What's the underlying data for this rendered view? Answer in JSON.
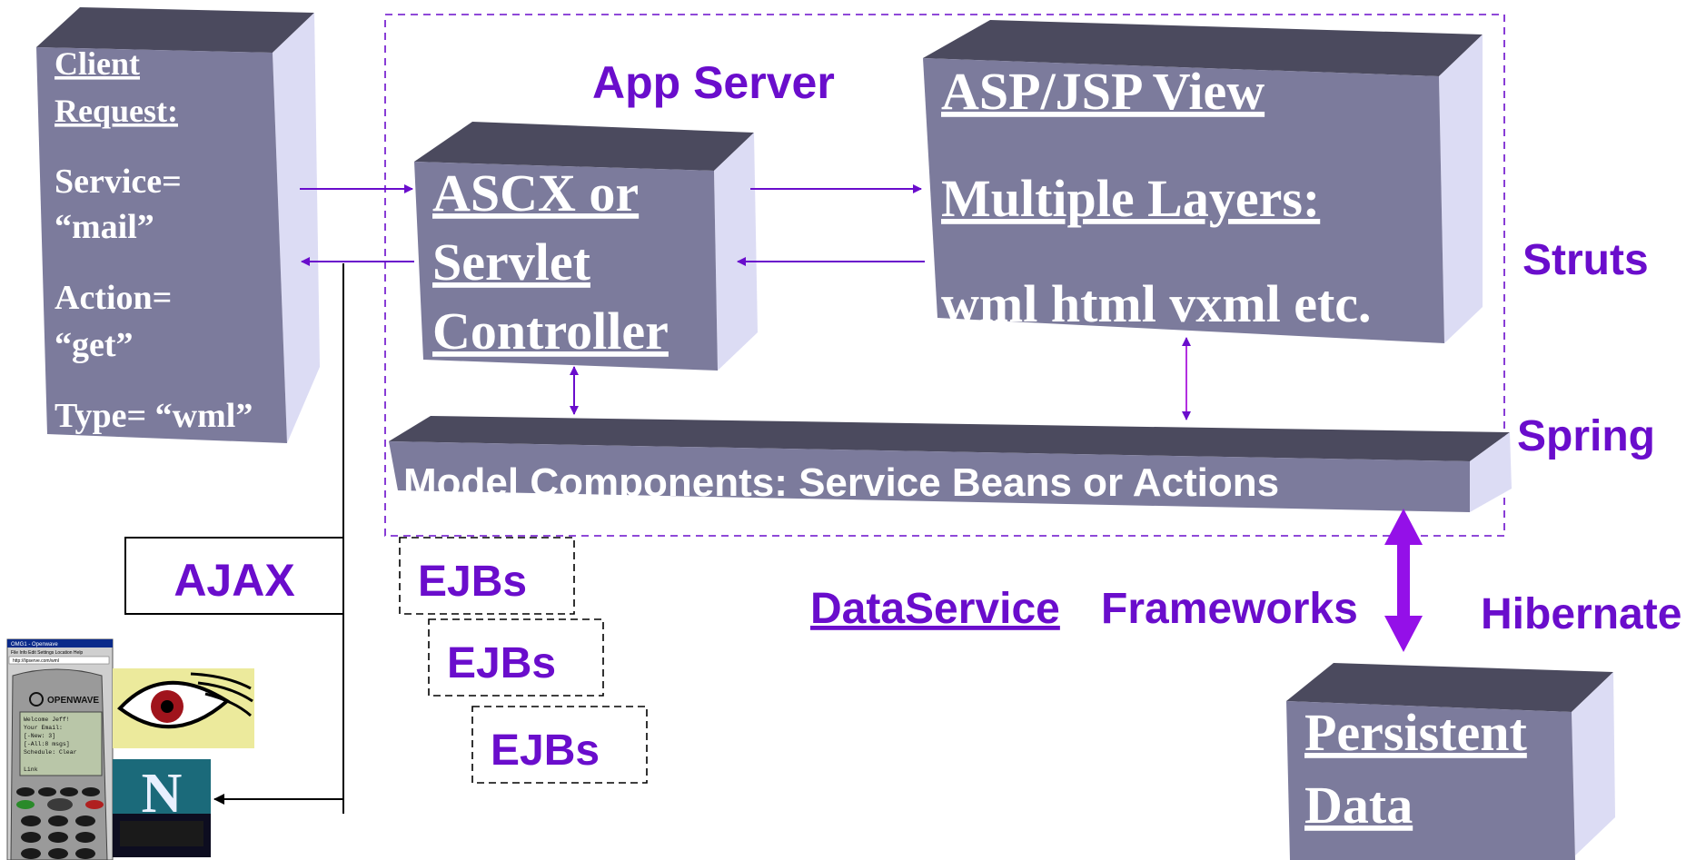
{
  "client": {
    "title_line1": "Client",
    "title_line2": "Request:",
    "service_line1": "Service=",
    "service_line2": "“mail”",
    "action_line1": "Action=",
    "action_line2": "“get”",
    "type_line": "Type= “wml”"
  },
  "app_server_label": "App Server",
  "controller": {
    "line1": "ASCX or",
    "line2": "Servlet",
    "line3": "Controller"
  },
  "view": {
    "line1": "ASP/JSP View",
    "line2": "Multiple Layers:",
    "line3": "wml html vxml etc."
  },
  "model": {
    "text": "Model Components: Service Beans or Actions"
  },
  "labels": {
    "struts": "Struts",
    "spring": "Spring",
    "hibernate": "Hibernate",
    "ajax": "AJAX",
    "dataservice": "DataService",
    "frameworks": "Frameworks"
  },
  "ejbs": [
    "EJBs",
    "EJBs",
    "EJBs"
  ],
  "persistent": {
    "line1": "Persistent",
    "line2": "Data"
  },
  "phone": {
    "window_title": "OMG1 - Openwave",
    "menu": "File Info Edit Settings Location Help",
    "url": "http://lipserve.com/wml",
    "brand": "OPENWAVE",
    "screen_lines": [
      "Welcome Jeff!",
      "Your Email:",
      "[-New: 3]",
      "[-All:8 msgs]",
      "Schedule: Clear",
      "",
      "Link"
    ]
  },
  "netscape_letter": "N",
  "colors": {
    "box_front": "#7c7b9c",
    "box_top": "#4b4a5e",
    "box_side": "#dcdcf4",
    "accent": "#6a0dcc",
    "arrow": "#7a1fd0"
  }
}
